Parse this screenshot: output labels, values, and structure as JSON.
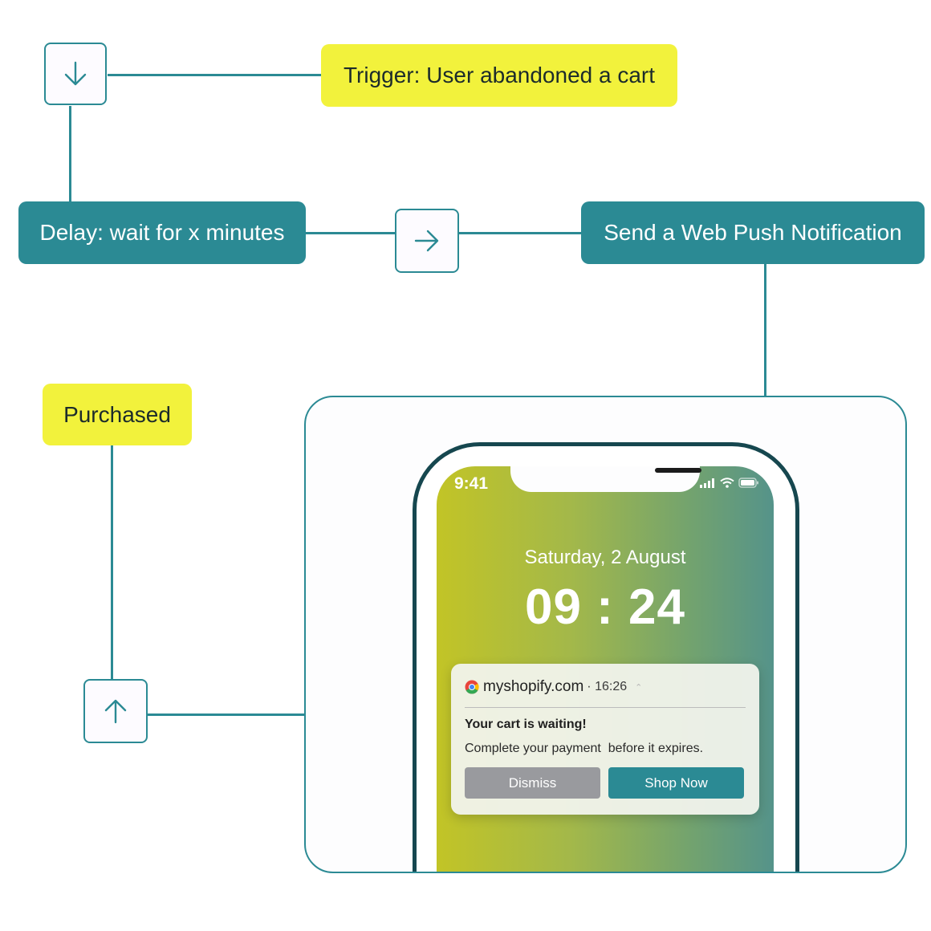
{
  "colors": {
    "accent_teal": "#2b8a94",
    "highlight_yellow": "#f2f23c"
  },
  "flow": {
    "trigger_label": "Trigger: User abandoned a cart",
    "delay_label": "Delay: wait for x minutes",
    "send_label": "Send a Web Push Notification",
    "purchased_label": "Purchased",
    "icons": [
      "arrow-down-icon",
      "arrow-right-icon",
      "arrow-up-icon"
    ]
  },
  "phone": {
    "status_time": "9:41",
    "date": "Saturday, 2 August",
    "clock": "09 : 24",
    "notification": {
      "site": "myshopify.com",
      "meta": "· 16:26",
      "title": "Your cart is waiting!",
      "body": "Complete your payment  before it expires.",
      "dismiss_label": "Dismiss",
      "shop_label": "Shop Now"
    }
  }
}
